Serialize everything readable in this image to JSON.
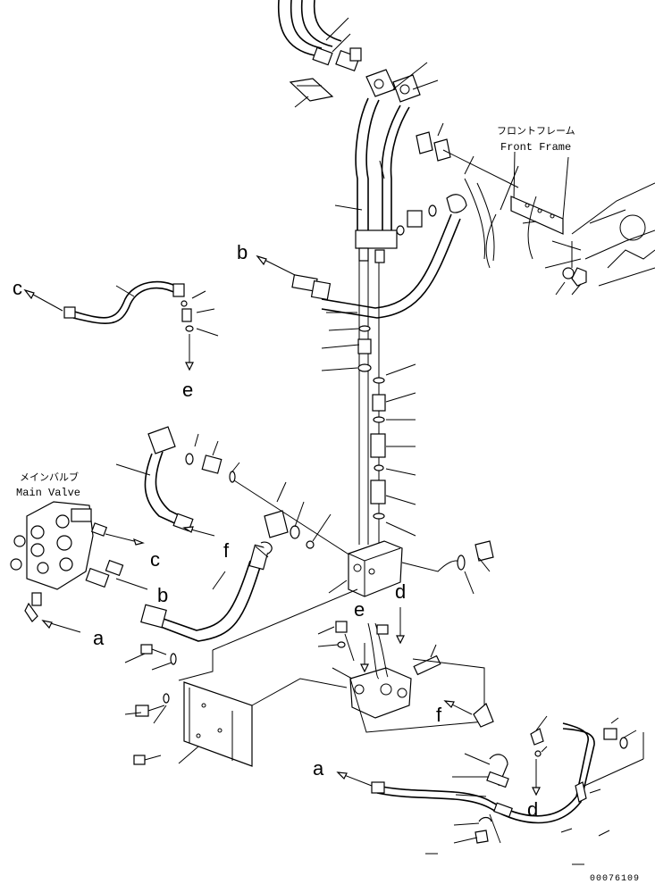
{
  "callouts": {
    "front_frame_jp": "フロントフレーム",
    "front_frame_en": "Front Frame",
    "main_valve_jp": "メインバルブ",
    "main_valve_en": "Main Valve"
  },
  "connection_labels": {
    "a": "a",
    "b": "b",
    "c": "c",
    "d": "d",
    "e": "e",
    "f": "f"
  },
  "drawing_number": "00076109"
}
